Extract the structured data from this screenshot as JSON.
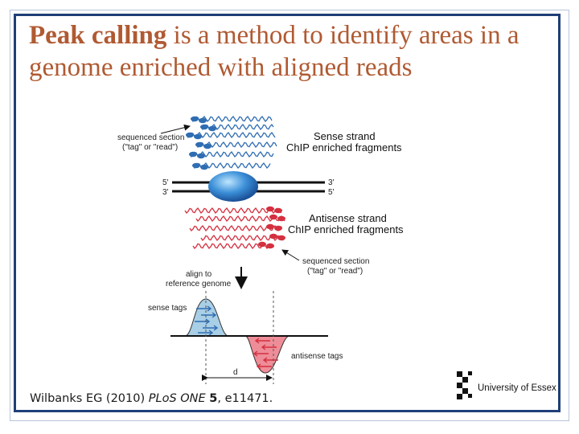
{
  "title": {
    "bold": "Peak calling",
    "rest": " is a method to identify areas in a genome enriched with aligned reads"
  },
  "labels": {
    "seq_section_top_1": "sequenced section",
    "seq_section_top_2": "(\"tag\" or \"read\")",
    "sense_1": "Sense strand",
    "sense_2": "ChIP enriched fragments",
    "five_left": "5'",
    "three_left": "3'",
    "three_right": "3'",
    "five_right": "5'",
    "antisense_1": "Antisense strand",
    "antisense_2": "ChIP enriched fragments",
    "seq_section_bot_1": "sequenced section",
    "seq_section_bot_2": "(\"tag\" or \"read\")",
    "align_1": "align to",
    "align_2": "reference genome",
    "sense_tags": "sense tags",
    "antisense_tags": "antisense tags",
    "d": "d"
  },
  "citation": {
    "author": "Wilbanks EG (2010) ",
    "journal": "PLoS ONE",
    "space": " ",
    "volume": "5",
    "pages": ", e11471."
  },
  "logo": {
    "text": "University of Essex"
  },
  "colors": {
    "title": "#b05a32",
    "border": "#1f3f77",
    "sense": "#2f6db3",
    "antisense": "#d4303f",
    "sense_fill": "#a9cfe6",
    "antisense_fill": "#ee8d98"
  }
}
